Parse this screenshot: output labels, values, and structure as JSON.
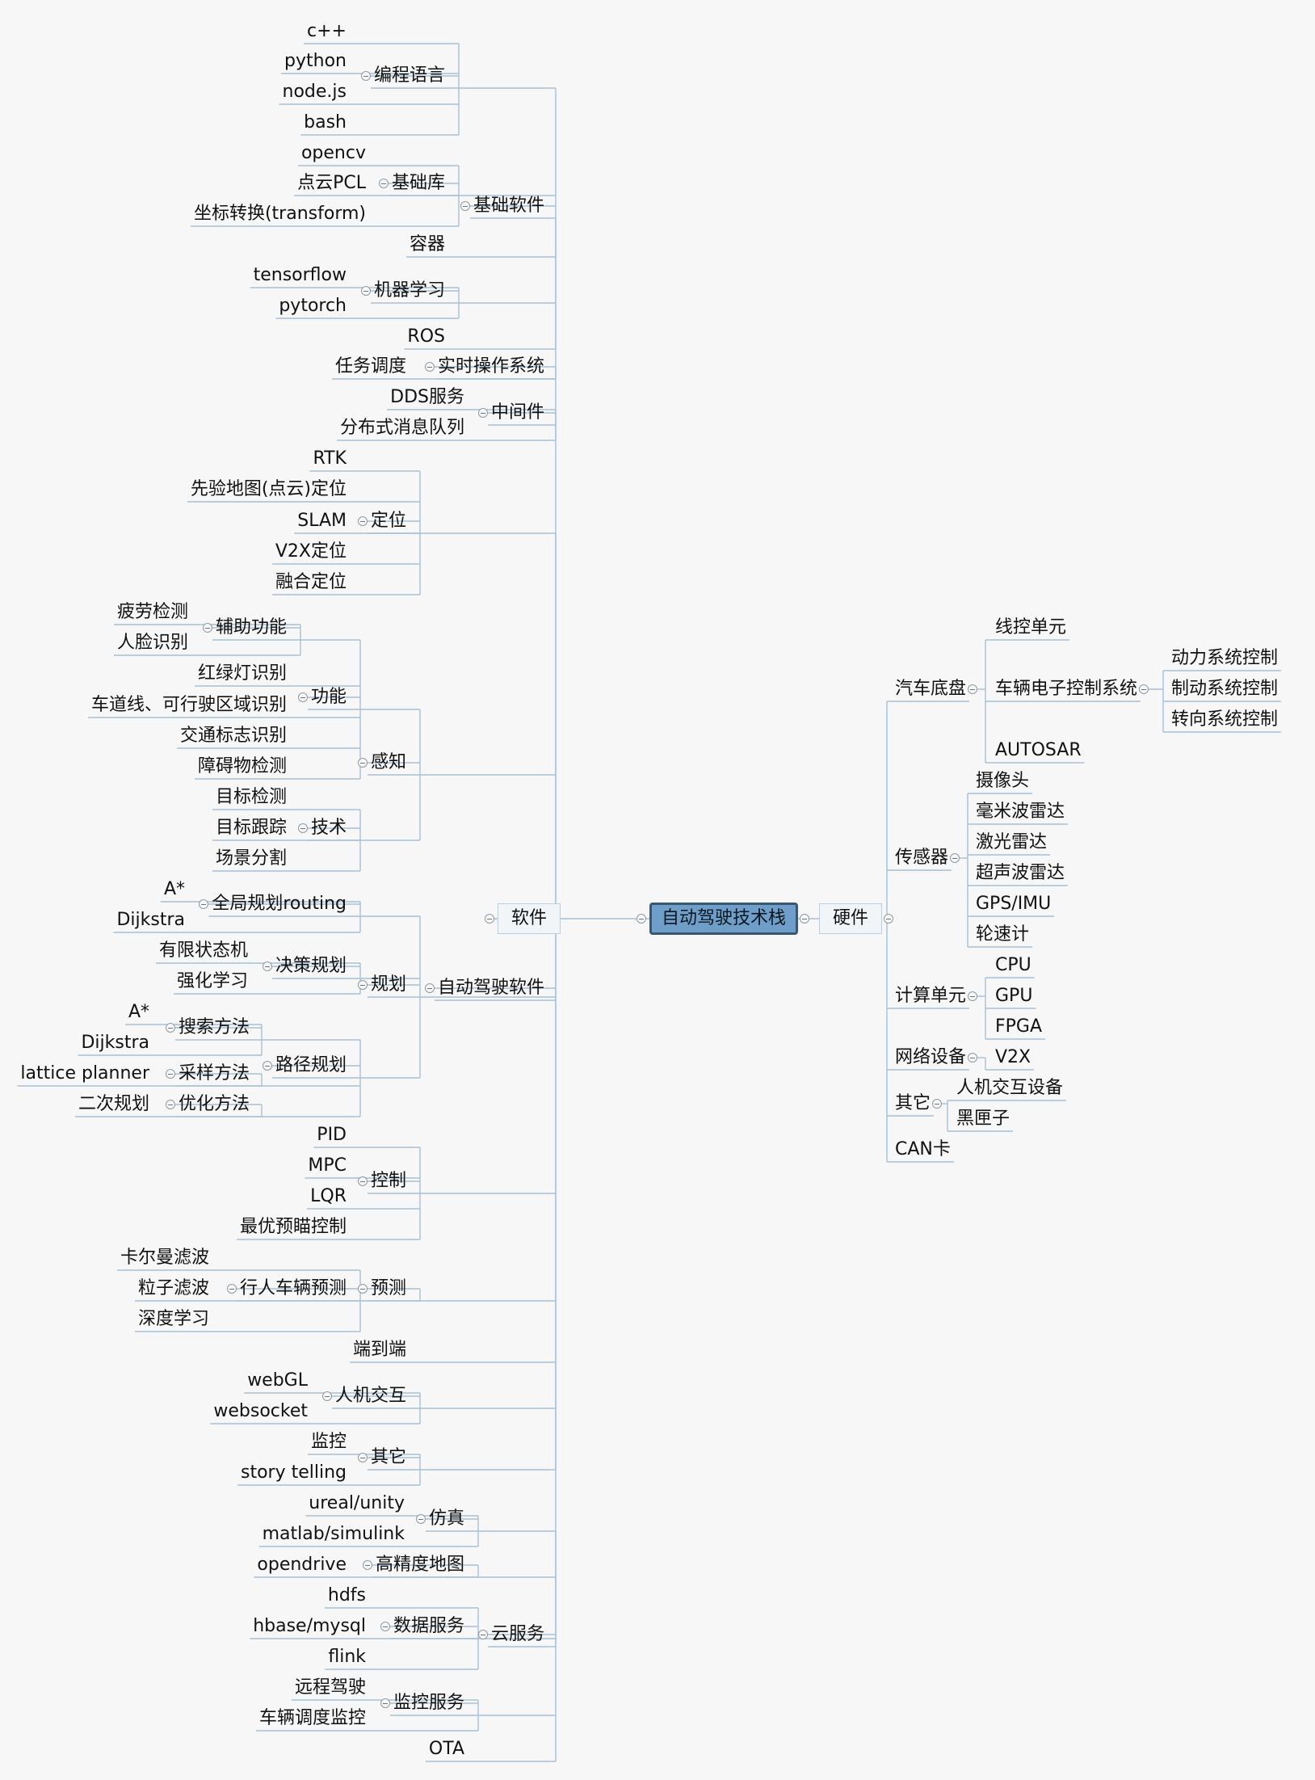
{
  "root": {
    "label": "自动驾驶技术栈"
  },
  "software": {
    "label": "软件",
    "groups": {
      "basic": {
        "label": "基础软件",
        "lang": {
          "label": "编程语言",
          "items": [
            "c++",
            "python",
            "node.js",
            "bash"
          ]
        },
        "lib": {
          "label": "基础库",
          "items": [
            "opencv",
            "点云PCL",
            "坐标转换(transform)"
          ]
        },
        "container": "容器",
        "ml": {
          "label": "机器学习",
          "items": [
            "tensorflow",
            "pytorch"
          ]
        },
        "ros": "ROS"
      },
      "rtos": {
        "label": "实时操作系统",
        "items": [
          "任务调度"
        ]
      },
      "middleware": {
        "label": "中间件",
        "items": [
          "DDS服务",
          "分布式消息队列"
        ]
      },
      "ad": {
        "label": "自动驾驶软件",
        "loc": {
          "label": "定位",
          "items": [
            "RTK",
            "先验地图(点云)定位",
            "SLAM",
            "V2X定位",
            "融合定位"
          ]
        },
        "perception": {
          "label": "感知",
          "func": {
            "label": "功能",
            "assist": {
              "label": "辅助功能",
              "items": [
                "疲劳检测",
                "人脸识别"
              ]
            },
            "items": [
              "红绿灯识别",
              "车道线、可行驶区域识别",
              "交通标志识别",
              "障碍物检测"
            ]
          },
          "tech": {
            "label": "技术",
            "items": [
              "目标检测",
              "目标跟踪",
              "场景分割"
            ]
          }
        },
        "planning": {
          "label": "规划",
          "global": {
            "label": "全局规划routing",
            "items": [
              "A*",
              "Dijkstra"
            ]
          },
          "decision": {
            "label": "决策规划",
            "items": [
              "有限状态机",
              "强化学习"
            ]
          },
          "path": {
            "label": "路径规划",
            "search": {
              "label": "搜索方法",
              "items": [
                "A*",
                "Dijkstra"
              ]
            },
            "sample": {
              "label": "采样方法",
              "items": [
                "lattice planner"
              ]
            },
            "opt": {
              "label": "优化方法",
              "items": [
                "二次规划"
              ]
            }
          }
        },
        "control": {
          "label": "控制",
          "items": [
            "PID",
            "MPC",
            "LQR",
            "最优预瞄控制"
          ]
        },
        "prediction": {
          "label": "预测",
          "ped": {
            "label": "行人车辆预测",
            "items": [
              "卡尔曼滤波",
              "粒子滤波",
              "深度学习"
            ]
          }
        },
        "e2e": "端到端",
        "hmi": {
          "label": "人机交互",
          "items": [
            "webGL",
            "websocket"
          ]
        },
        "other": {
          "label": "其它",
          "items": [
            "监控",
            "story telling"
          ]
        }
      },
      "cloud": {
        "label": "云服务",
        "sim": {
          "label": "仿真",
          "items": [
            "ureal/unity",
            "matlab/simulink"
          ]
        },
        "hdmap": {
          "label": "高精度地图",
          "items": [
            "opendrive"
          ]
        },
        "data": {
          "label": "数据服务",
          "items": [
            "hdfs",
            "hbase/mysql",
            "flink"
          ]
        },
        "monitor": {
          "label": "监控服务",
          "items": [
            "远程驾驶",
            "车辆调度监控"
          ]
        },
        "ota": "OTA"
      }
    }
  },
  "hardware": {
    "label": "硬件",
    "chassis": {
      "label": "汽车底盘",
      "wire": "线控单元",
      "ecu": {
        "label": "车辆电子控制系统",
        "items": [
          "动力系统控制",
          "制动系统控制",
          "转向系统控制"
        ]
      },
      "autosar": "AUTOSAR"
    },
    "sensors": {
      "label": "传感器",
      "items": [
        "摄像头",
        "毫米波雷达",
        "激光雷达",
        "超声波雷达",
        "GPS/IMU",
        "轮速计"
      ]
    },
    "compute": {
      "label": "计算单元",
      "items": [
        "CPU",
        "GPU",
        "FPGA"
      ]
    },
    "network": {
      "label": "网络设备",
      "items": [
        "V2X"
      ]
    },
    "other": {
      "label": "其它",
      "items": [
        "人机交互设备",
        "黑匣子"
      ]
    },
    "can": "CAN卡"
  }
}
